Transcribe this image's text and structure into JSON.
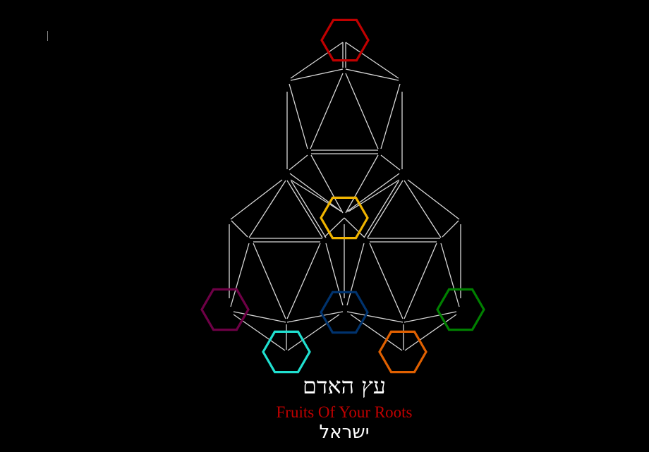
{
  "title": "עץ האדם",
  "subtitle": "Fruits Of Your Roots",
  "footer": "ישראל",
  "line_color": "#d8d8d8",
  "nodes": [
    {
      "name": "top",
      "color": "#c00000"
    },
    {
      "name": "center",
      "color": "#f0b400"
    },
    {
      "name": "left",
      "color": "#6e0046"
    },
    {
      "name": "middle-lower",
      "color": "#00336e"
    },
    {
      "name": "right",
      "color": "#008000"
    },
    {
      "name": "bottom-left",
      "color": "#20e0d0"
    },
    {
      "name": "bottom-right",
      "color": "#e06000"
    }
  ]
}
